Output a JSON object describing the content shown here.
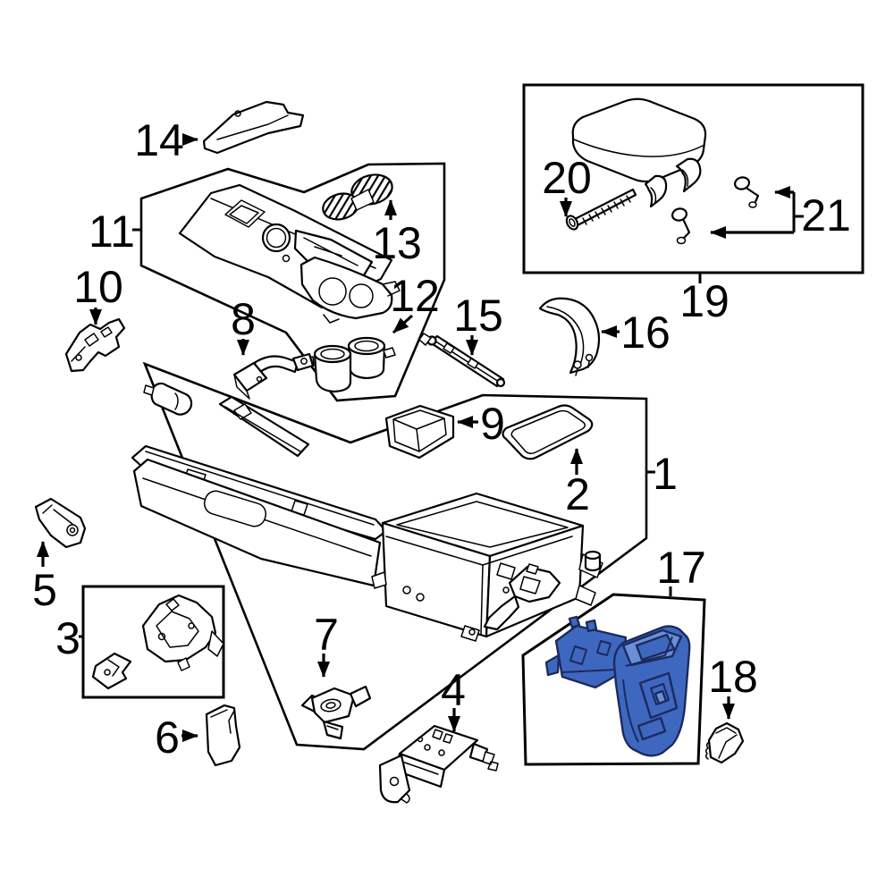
{
  "diagram": {
    "kind": "exploded-parts-diagram",
    "background": "#ffffff",
    "line_color": "#000000"
  },
  "colors": {
    "highlight_fill": "#3e68bf",
    "highlight_fill_light": "#6a8fd8",
    "highlight_stroke": "#1c2a5e",
    "line": "#000000",
    "background": "#ffffff"
  },
  "highlighted_part": "17",
  "callouts": [
    {
      "number": "1"
    },
    {
      "number": "2"
    },
    {
      "number": "3"
    },
    {
      "number": "4"
    },
    {
      "number": "5"
    },
    {
      "number": "6"
    },
    {
      "number": "7"
    },
    {
      "number": "8"
    },
    {
      "number": "9"
    },
    {
      "number": "10"
    },
    {
      "number": "11"
    },
    {
      "number": "12"
    },
    {
      "number": "13"
    },
    {
      "number": "14"
    },
    {
      "number": "15"
    },
    {
      "number": "16"
    },
    {
      "number": "17"
    },
    {
      "number": "18"
    },
    {
      "number": "19"
    },
    {
      "number": "20"
    },
    {
      "number": "21"
    }
  ]
}
